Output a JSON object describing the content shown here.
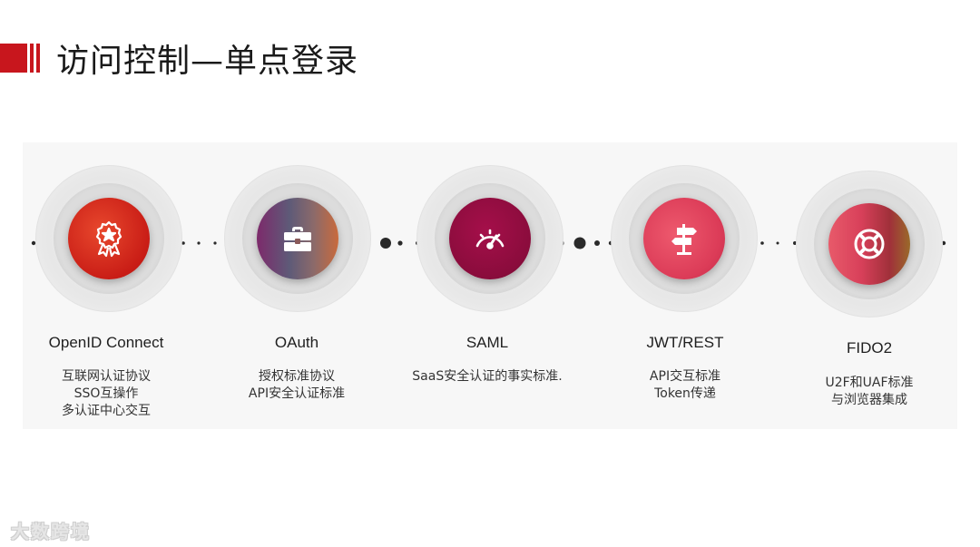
{
  "header": {
    "title": "访问控制—单点登录"
  },
  "colors": {
    "accent": "#c8161d"
  },
  "items": [
    {
      "name": "OpenID Connect",
      "icon": "award-ribbon-icon",
      "lines": [
        "互联网认证协议",
        "SSO互操作",
        "多认证中心交互"
      ]
    },
    {
      "name": "OAuth",
      "icon": "briefcase-icon",
      "lines": [
        "授权标准协议",
        "API安全认证标准"
      ]
    },
    {
      "name": "SAML",
      "icon": "speedometer-icon",
      "lines": [
        "SaaS安全认证的事实标准."
      ]
    },
    {
      "name": "JWT/REST",
      "icon": "signpost-icon",
      "lines": [
        "API交互标准",
        "Token传递"
      ]
    },
    {
      "name": "FIDO2",
      "icon": "lifebuoy-icon",
      "lines": [
        "U2F和UAF标准",
        "与浏览器集成"
      ]
    }
  ],
  "watermark": {
    "text": "大数跨境"
  }
}
